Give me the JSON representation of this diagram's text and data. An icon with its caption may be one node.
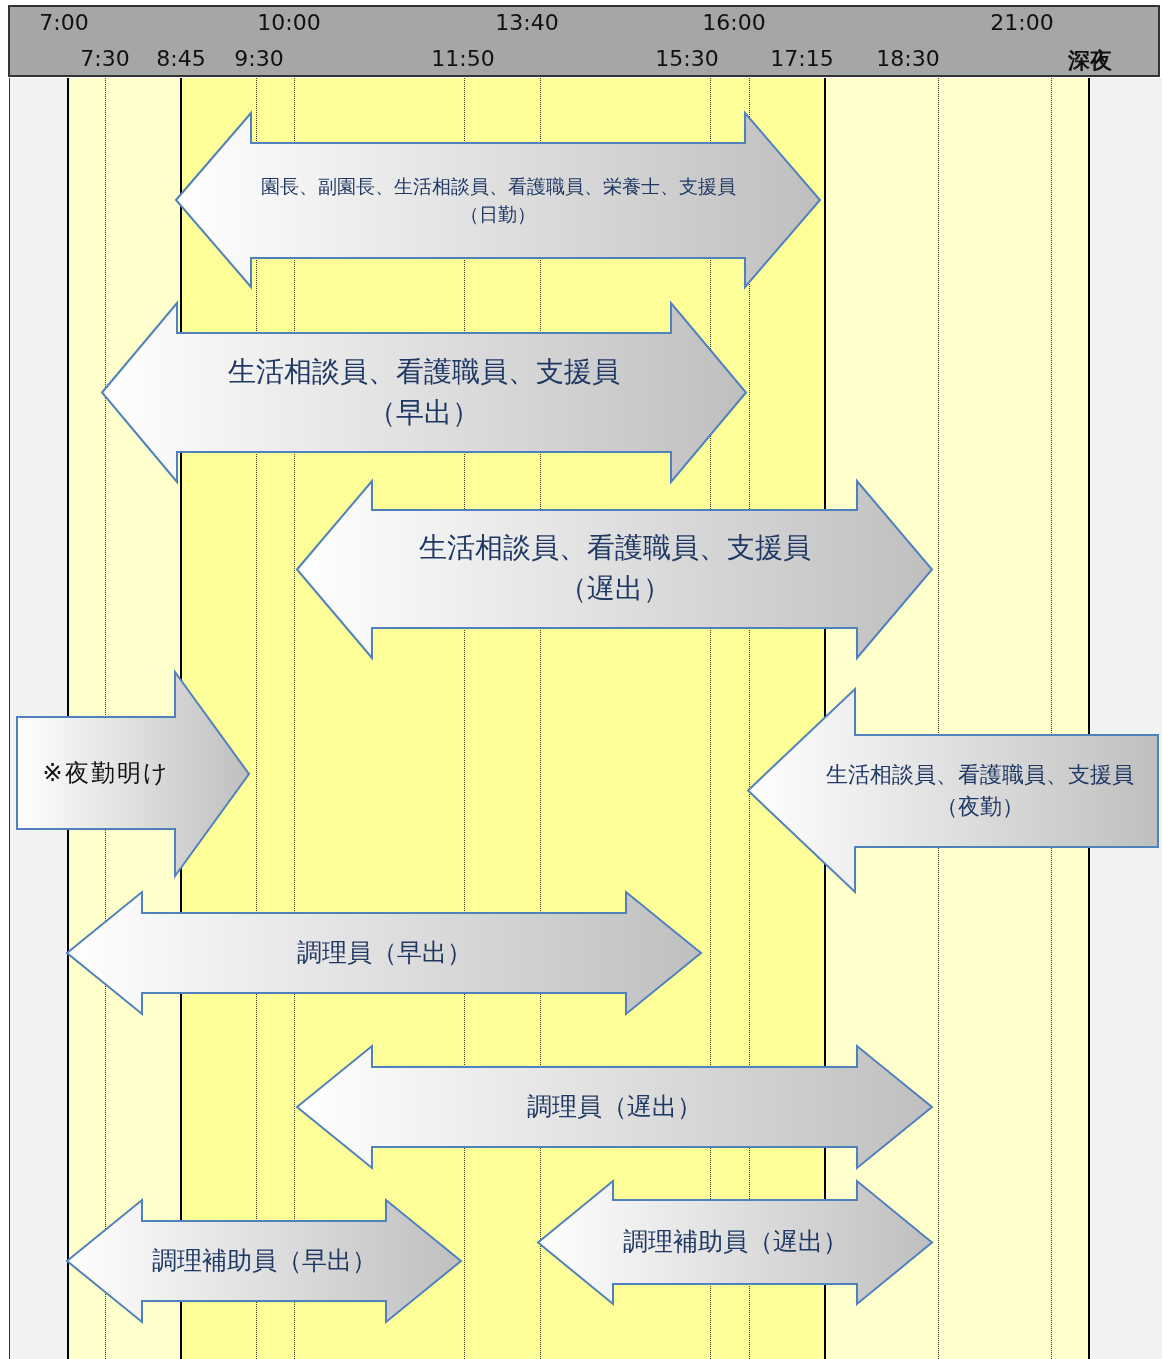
{
  "diagram": {
    "nodes": [
      {
        "text": [
          "園長、副園長、生活相談員、看護職員、栄養士、支援員",
          "（日勤）"
        ]
      },
      {
        "text": [
          "生活相談員、看護職員、支援員",
          "（早出）"
        ]
      },
      {
        "text": [
          "生活相談員、看護職員、支援員",
          "（遅出）"
        ]
      },
      {
        "text": [
          "※夜勤明け"
        ]
      },
      {
        "text": [
          "生活相談員、看護職員、支援員",
          "（夜勤）"
        ]
      },
      {
        "text": [
          "調理員（早出）"
        ]
      },
      {
        "text": [
          "調理員（遅出）"
        ]
      },
      {
        "text": [
          "調理補助員（早出）"
        ]
      },
      {
        "text": [
          "調理補助員（遅出）"
        ]
      }
    ],
    "labels": [
      "7:00",
      "10:00",
      "13:40",
      "16:00",
      "21:00",
      "7:30",
      "8:45",
      "9:30",
      "11:50",
      "15:30",
      "17:15",
      "18:30",
      "深夜"
    ]
  }
}
